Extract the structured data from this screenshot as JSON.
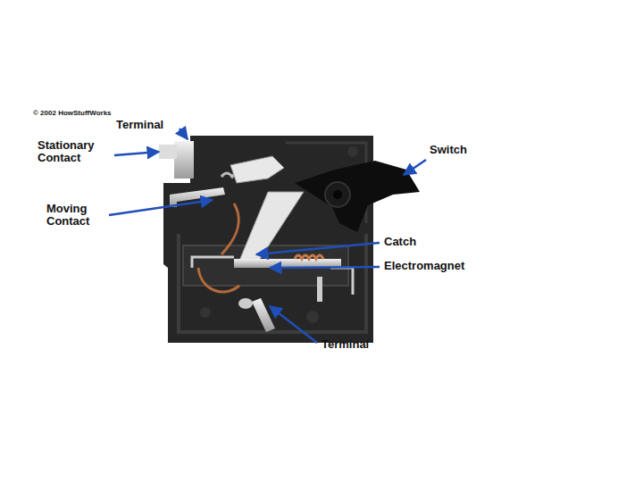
{
  "diagram": {
    "labels": [
      "© 2002 HowStuffWorks",
      "Terminal",
      "Stationary Contact",
      "Moving Contact",
      "Switch",
      "Catch",
      "Electromagnet",
      "Terminal"
    ]
  }
}
